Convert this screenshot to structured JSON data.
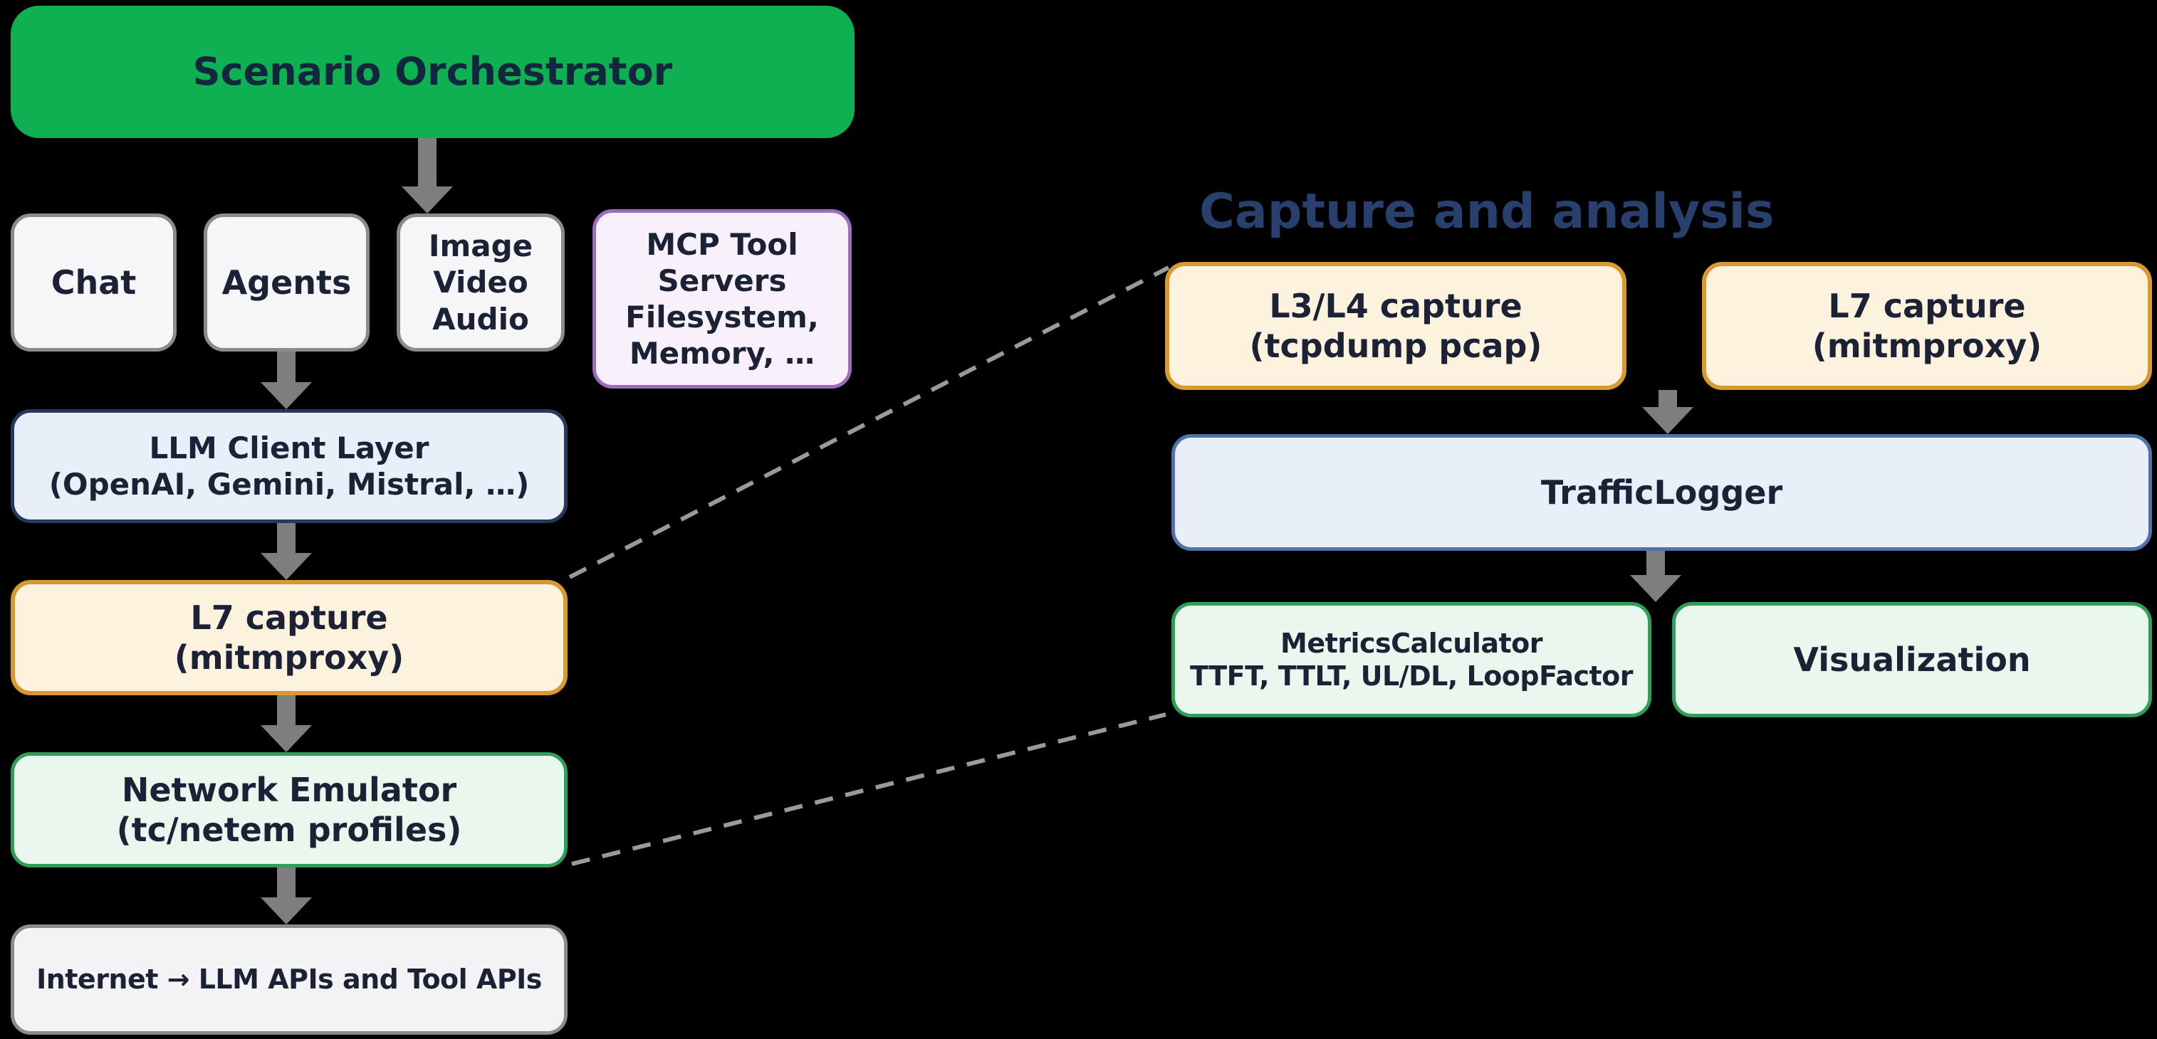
{
  "title": "Capture and analysis",
  "left": {
    "orchestrator": "Scenario Orchestrator",
    "chat": "Chat",
    "agents": "Agents",
    "image_video_audio": "Image\nVideo\nAudio",
    "mcp_tool_servers": "MCP Tool\nServers\nFilesystem,\nMemory, …",
    "llm_client_layer": "LLM Client Layer\n(OpenAI, Gemini, Mistral, …)",
    "l7_capture": "L7 capture\n(mitmproxy)",
    "network_emulator": "Network Emulator\n(tc/netem profiles)",
    "internet": "Internet → LLM APIs and Tool APIs"
  },
  "right": {
    "l3l4_capture": "L3/L4 capture\n(tcpdump pcap)",
    "l7_capture": "L7 capture\n(mitmproxy)",
    "traffic_logger": "TrafficLogger",
    "metrics_calculator": "MetricsCalculator\nTTFT, TTLT, UL/DL, LoopFactor",
    "visualization": "Visualization"
  },
  "colors": {
    "background": "#000000",
    "orchestrator_green": "#0eb052",
    "orange_border": "#d89a2e",
    "orange_fill": "#fdf2de",
    "blue_border_dark": "#24395e",
    "blue_border_medium": "#4f73a8",
    "blue_fill": "#e9eff9",
    "green_border": "#2f9e57",
    "green_fill_light": "#e9f7ee",
    "purple_border": "#9b6cc0",
    "purple_fill": "#f8f1fc",
    "gray_border": "#8b8b8b",
    "title_blue": "#27406e",
    "arrow_gray": "#7e7e7e"
  }
}
